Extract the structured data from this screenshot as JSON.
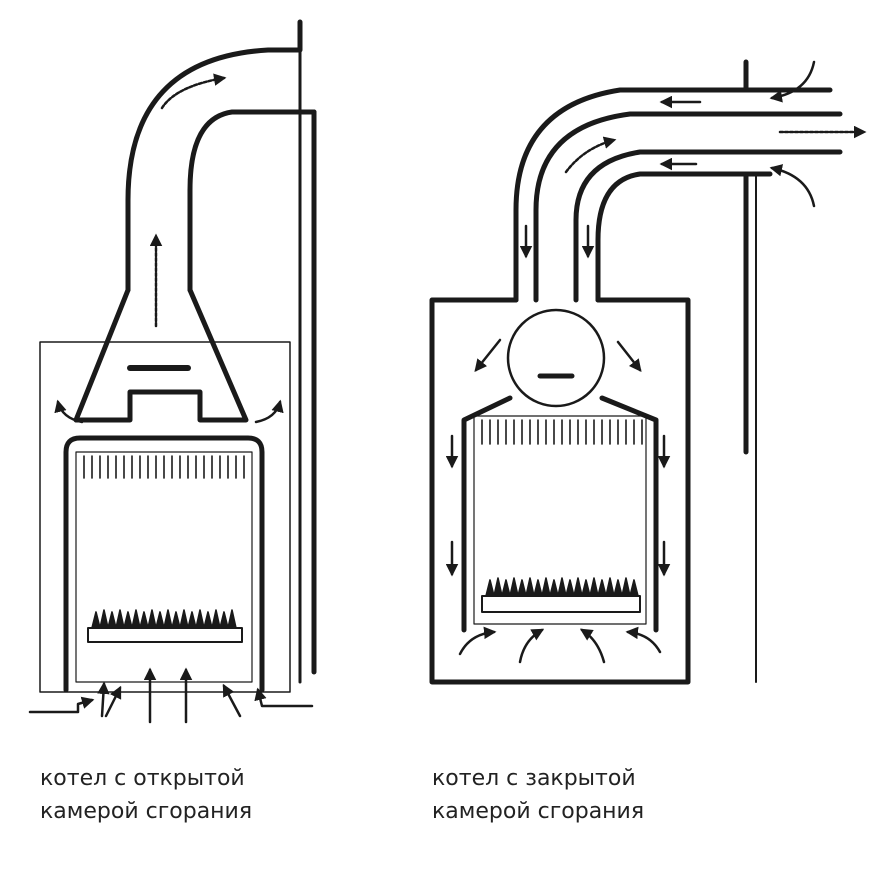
{
  "captions": {
    "open": {
      "line1": "котел с открытой",
      "line2": "камерой сгорания"
    },
    "closed": {
      "line1": "котел с закрытой",
      "line2": "камерой сгорания"
    }
  },
  "colors": {
    "line": "#1a1a1a",
    "background": "#ffffff",
    "text": "#222222"
  }
}
